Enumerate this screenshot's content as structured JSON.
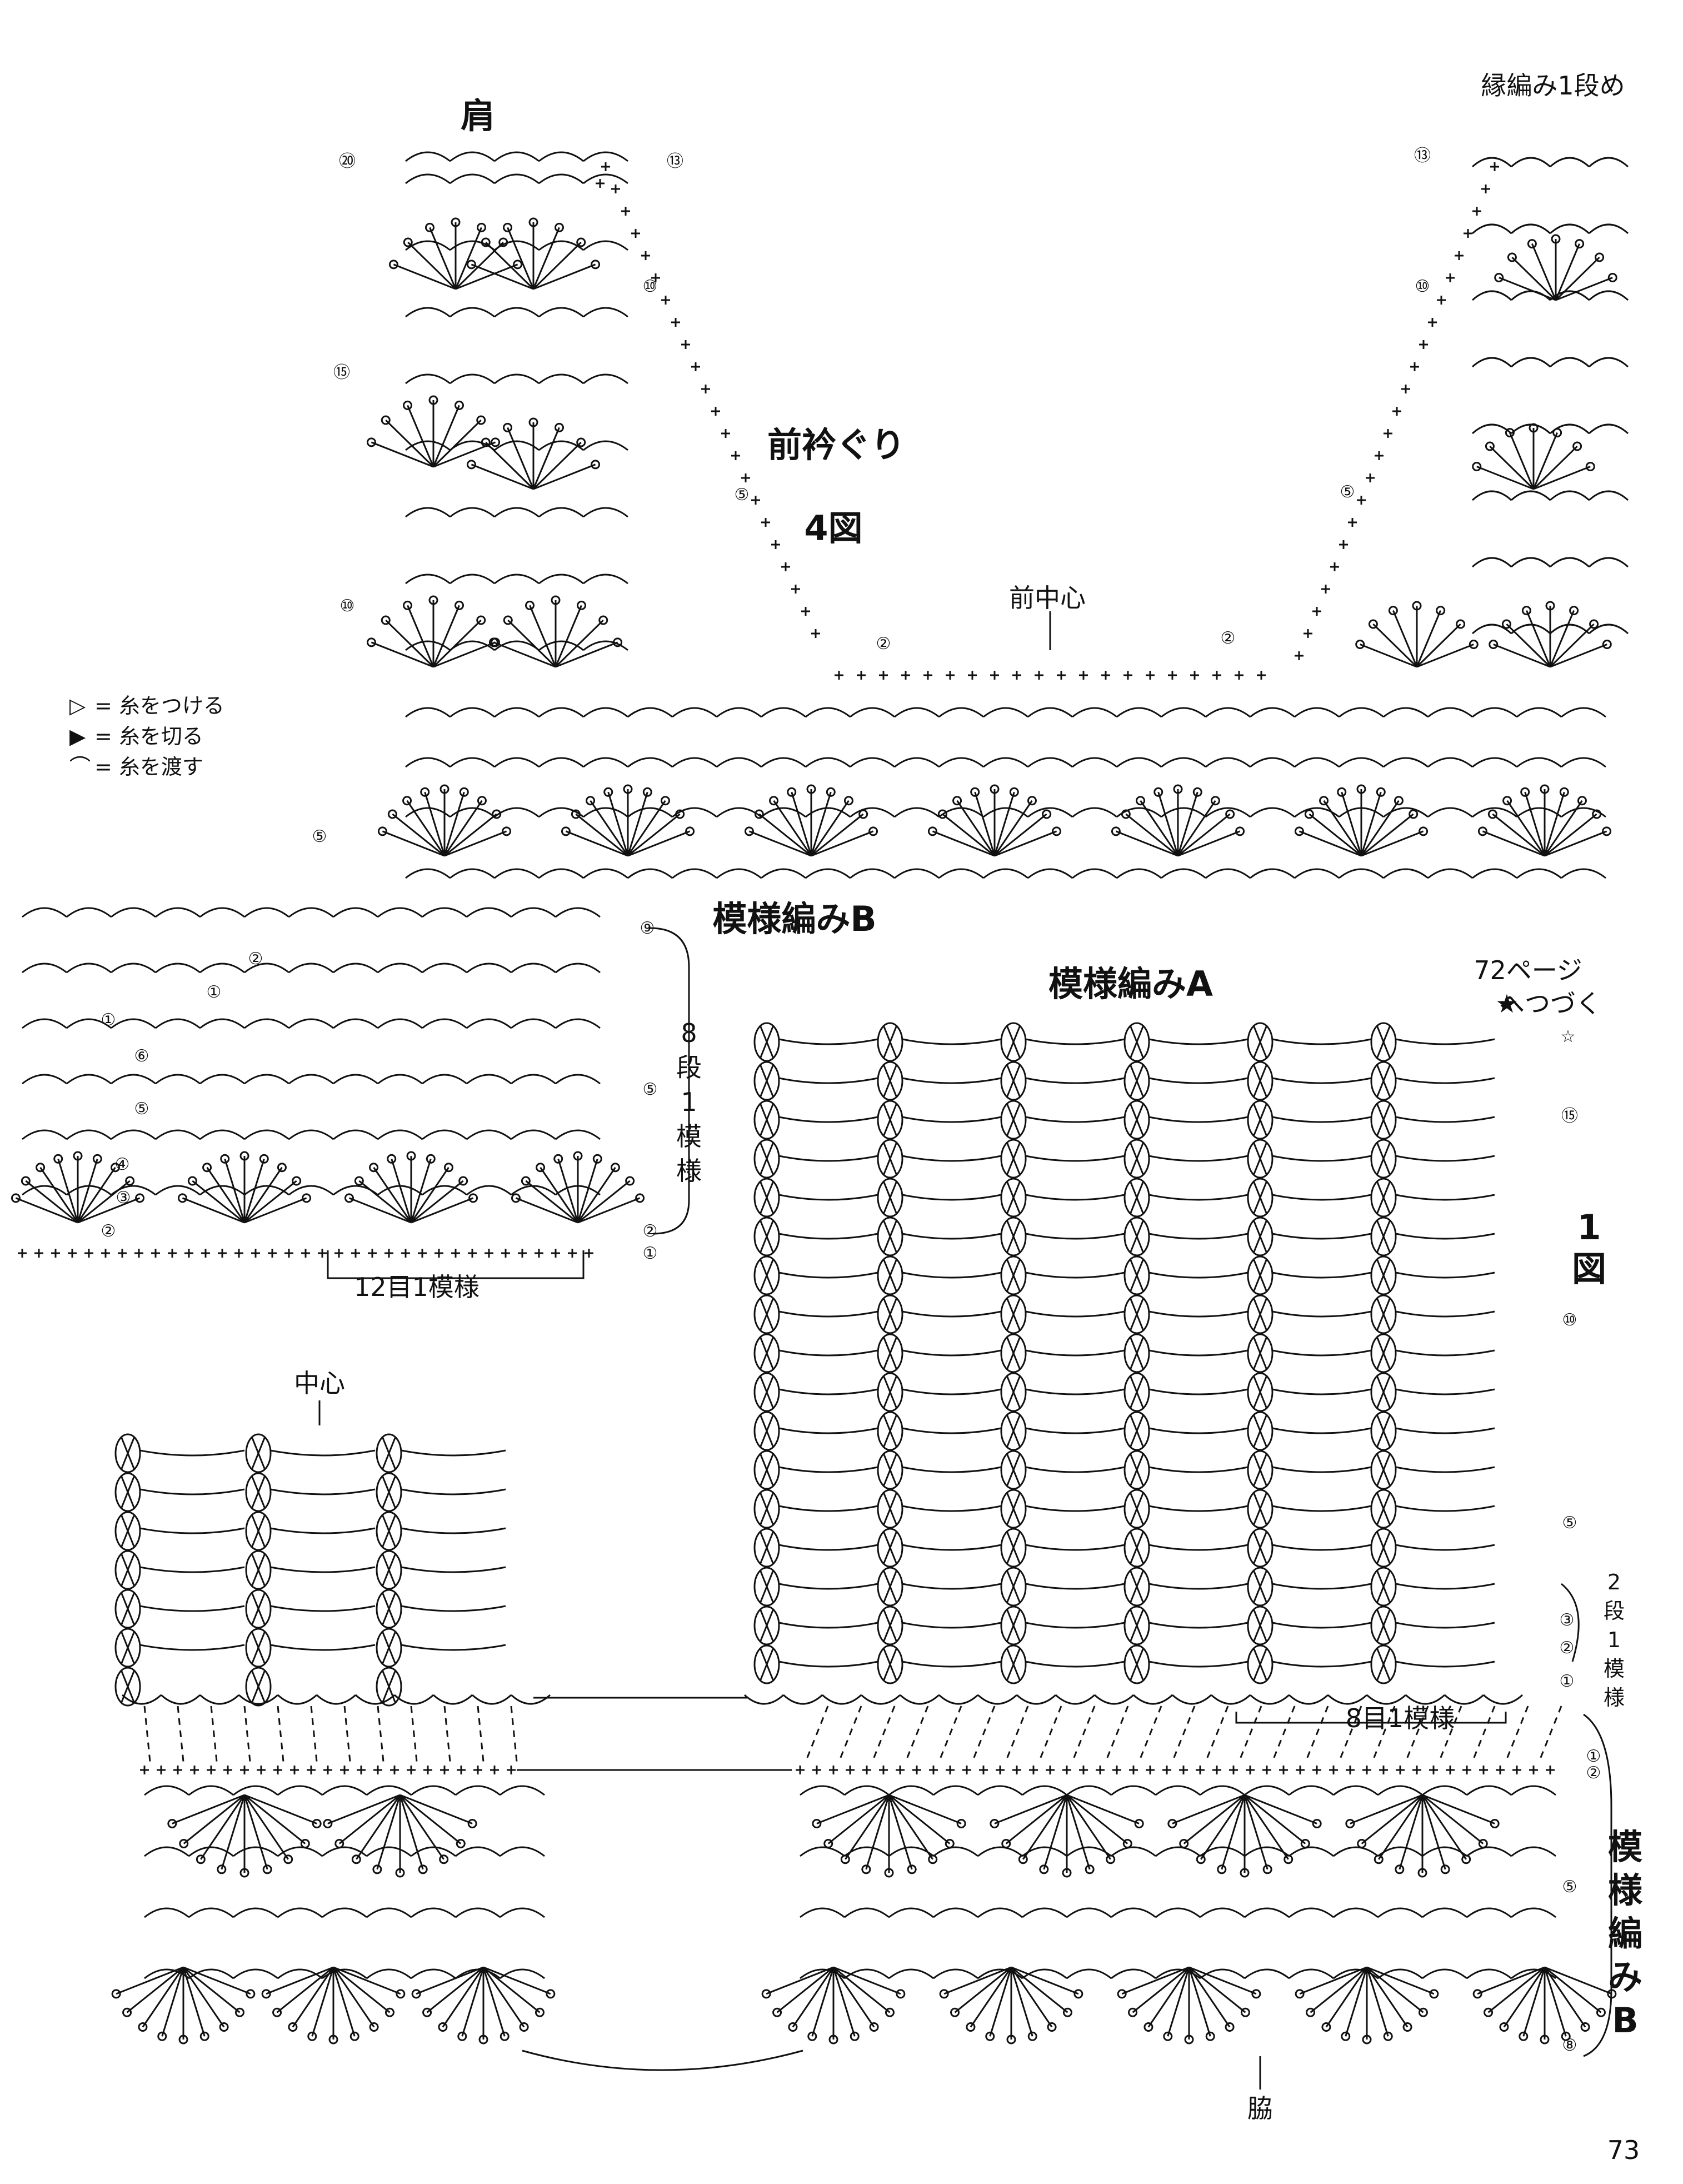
{
  "labels": {
    "shoulder": "肩",
    "edging_row1": "縁編み1段め",
    "front_neckline": "前衿ぐり",
    "figure4": "4図",
    "front_center": "前中心",
    "pattern_b_top": "模様編みB",
    "pattern_a": "模様編みA",
    "continue_p72_a": "72ページ",
    "continue_p72_b": "へつづく",
    "figure1_a": "1",
    "figure1_b": "図",
    "center": "中心",
    "repeat_12": "12目1模様",
    "repeat_8": "8目1模様",
    "side": "脇",
    "page_number": "73"
  },
  "vertical_labels": {
    "rows8": [
      "8",
      "段",
      "1",
      "模",
      "様"
    ],
    "rows2": [
      "2",
      "段",
      "1",
      "模",
      "様"
    ],
    "pattern_b_side": [
      "模",
      "様",
      "編",
      "み",
      "B"
    ]
  },
  "legend": [
    {
      "symbol": "▷",
      "text": "= 糸をつける"
    },
    {
      "symbol": "▶",
      "text": "= 糸を切る"
    },
    {
      "symbol": "⌒",
      "text": "= 糸を渡す"
    }
  ],
  "row_markers": {
    "r1": "①",
    "r2": "②",
    "r3": "③",
    "r4": "④",
    "r5": "⑤",
    "r6": "⑥",
    "r8": "⑧",
    "r9": "⑨",
    "r10": "⑩",
    "r13": "⑬",
    "r15": "⑮",
    "r20": "⑳",
    "star": "☆",
    "star_filled": "★"
  }
}
